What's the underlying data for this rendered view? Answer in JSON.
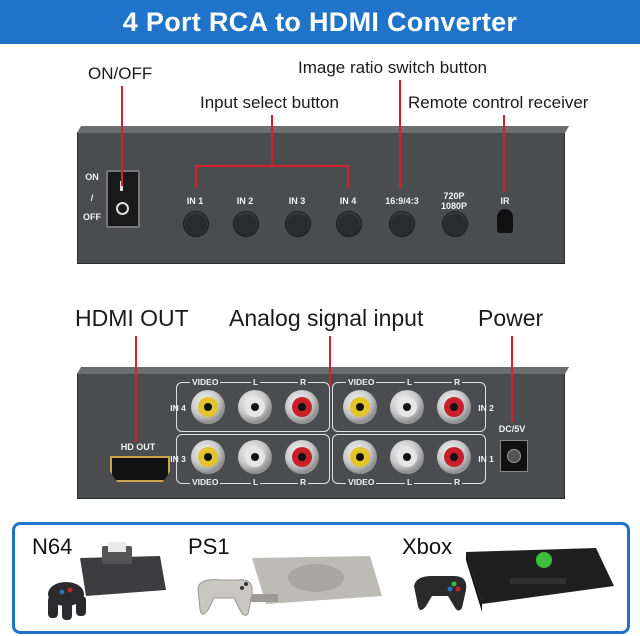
{
  "title": "4 Port RCA to HDMI Converter",
  "front_panel": {
    "callouts": {
      "on_off": "ON/OFF",
      "image_ratio": "Image ratio switch button",
      "input_select": "Input select button",
      "remote_receiver": "Remote control receiver"
    },
    "switch_labels": {
      "on": "ON",
      "slash": "/",
      "off": "OFF"
    },
    "buttons": [
      "IN 1",
      "IN 2",
      "IN 3",
      "IN 4",
      "16:9/4:3"
    ],
    "resolution_button": {
      "line1": "720P",
      "line2": "1080P"
    },
    "ir_label": "IR"
  },
  "back_panel": {
    "callouts": {
      "hdmi_out": "HDMI OUT",
      "analog": "Analog signal input",
      "power": "Power"
    },
    "hd_out_label": "HD OUT",
    "power_label": "DC/5V",
    "group_labels": {
      "video": "VIDEO",
      "l": "L",
      "r": "R"
    },
    "inputs": {
      "in4": "IN 4",
      "in3": "IN 3",
      "in2": "IN 2",
      "in1": "IN 1"
    }
  },
  "consoles": [
    "N64",
    "PS1",
    "Xbox"
  ],
  "colors": {
    "accent": "#1f73c8",
    "callout_line": "#d6202a",
    "rca_yellow": "#e2c52a",
    "rca_white": "#e6e6e6",
    "rca_red": "#c8202a"
  }
}
